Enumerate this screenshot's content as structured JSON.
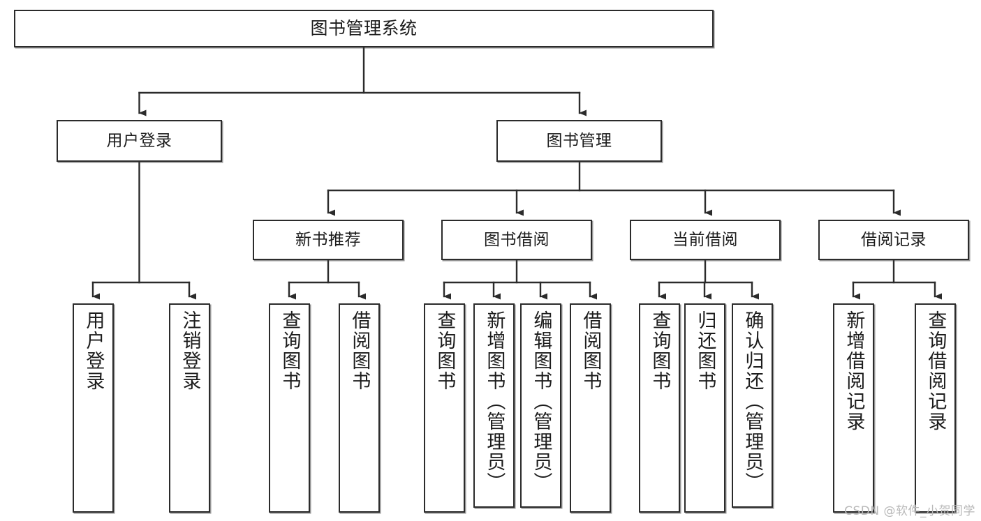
{
  "diagram": {
    "title": "图书管理系统",
    "type": "tree",
    "root": {
      "label": "图书管理系统"
    },
    "level2": [
      {
        "label": "用户登录"
      },
      {
        "label": "图书管理"
      }
    ],
    "level3": [
      {
        "label": "新书推荐"
      },
      {
        "label": "图书借阅"
      },
      {
        "label": "当前借阅"
      },
      {
        "label": "借阅记录"
      }
    ],
    "leaves": [
      {
        "label": "用户登录",
        "parent": "用户登录"
      },
      {
        "label": "注销登录",
        "parent": "用户登录"
      },
      {
        "label": "查询图书",
        "parent": "新书推荐"
      },
      {
        "label": "借阅图书",
        "parent": "新书推荐"
      },
      {
        "label": "查询图书",
        "parent": "图书借阅"
      },
      {
        "label": "新增图书（管理员）",
        "parent": "图书借阅"
      },
      {
        "label": "编辑图书（管理员）",
        "parent": "图书借阅"
      },
      {
        "label": "借阅图书",
        "parent": "图书借阅"
      },
      {
        "label": "查询图书",
        "parent": "当前借阅"
      },
      {
        "label": "归还图书",
        "parent": "当前借阅"
      },
      {
        "label": "确认归还（管理员）",
        "parent": "当前借阅"
      },
      {
        "label": "新增借阅记录",
        "parent": "借阅记录"
      },
      {
        "label": "查询借阅记录",
        "parent": "借阅记录"
      }
    ]
  },
  "watermark": {
    "text": "CSDN @软件_小贺同学"
  },
  "colors": {
    "box_border": "#2b2b2b",
    "box_fill": "#ffffff",
    "line": "#2b2b2b",
    "text": "#1c1c1c",
    "watermark": "#b9b9b9",
    "background": "#ffffff"
  }
}
